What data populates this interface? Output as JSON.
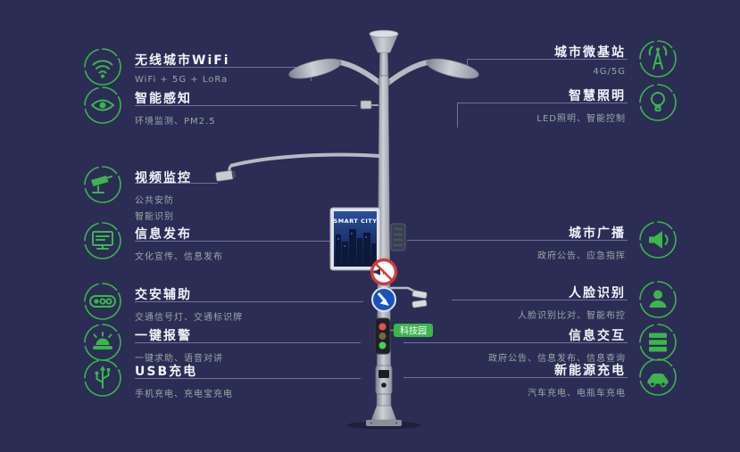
{
  "colors": {
    "background": "#2b2d55",
    "accent": "#3cb54c",
    "title": "#f2f4f8",
    "subtitle": "#98a8a4",
    "connector": "#707497"
  },
  "pole": {
    "screen_title": "SMART CITY",
    "tag_label": "科技园"
  },
  "left": {
    "items": [
      {
        "title": "无线城市WiFi",
        "subtitle": "WiFi + 5G + LoRa",
        "icon": "wifi-icon"
      },
      {
        "title": "智能感知",
        "subtitle": "环境监测、PM2.5",
        "icon": "sensor-icon"
      },
      {
        "title": "视频监控",
        "subtitle": "公共安防",
        "subtitle2": "智能识别",
        "icon": "cctv-icon"
      },
      {
        "title": "信息发布",
        "subtitle": "文化宣传、信息发布",
        "icon": "screen-icon"
      },
      {
        "title": "交安辅助",
        "subtitle": "交通信号灯、交通标识牌",
        "icon": "traffic-signal-icon"
      },
      {
        "title": "一键报警",
        "subtitle": "一键求助、语音对讲",
        "icon": "alarm-icon"
      },
      {
        "title": "USB充电",
        "subtitle": "手机充电、充电宝充电",
        "icon": "usb-icon"
      }
    ]
  },
  "right": {
    "items": [
      {
        "title": "城市微基站",
        "subtitle": "4G/5G",
        "icon": "base-station-icon"
      },
      {
        "title": "智慧照明",
        "subtitle": "LED照明、智能控制",
        "icon": "bulb-icon"
      },
      {
        "title": "城市广播",
        "subtitle": "政府公告、应急指挥",
        "icon": "speaker-icon"
      },
      {
        "title": "人脸识别",
        "subtitle": "人脸识别比对、智能布控",
        "icon": "face-icon"
      },
      {
        "title": "信息交互",
        "subtitle": "政府公告、信息发布、信息查询",
        "icon": "info-stack-icon"
      },
      {
        "title": "新能源充电",
        "subtitle": "汽车充电、电瓶车充电",
        "icon": "ev-car-icon"
      }
    ]
  }
}
